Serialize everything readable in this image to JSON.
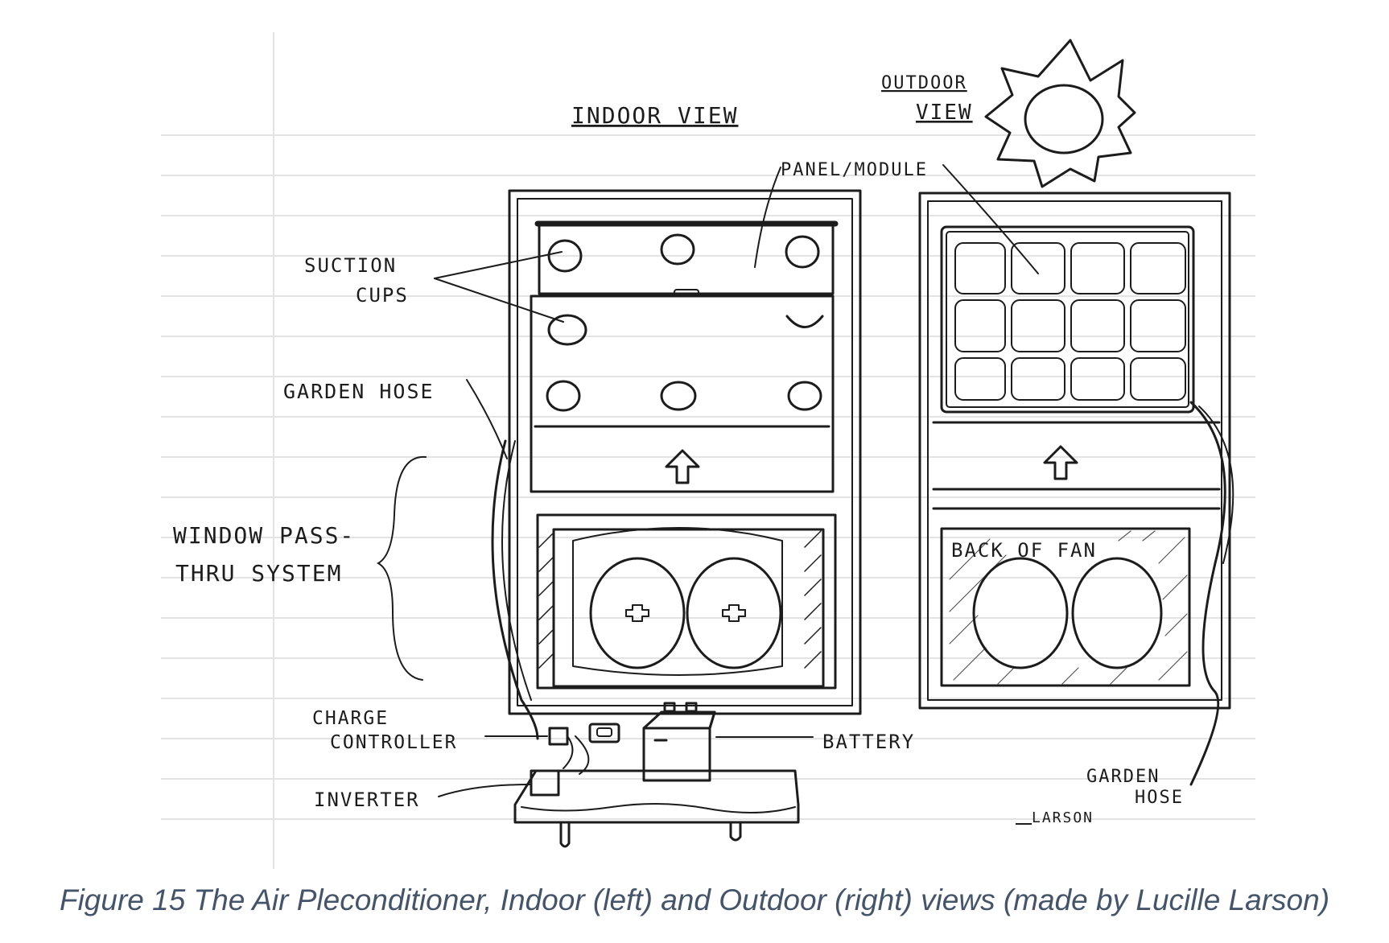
{
  "diagram": {
    "headings": {
      "indoor": "INDOOR VIEW",
      "outdoor_line1": "OUTDOOR",
      "outdoor_line2": "VIEW"
    },
    "labels": {
      "panel_module": "PANEL/MODULE",
      "suction_line1": "SUCTION",
      "suction_line2": "CUPS",
      "garden_hose_left": "GARDEN HOSE",
      "window_line1": "WINDOW PASS-",
      "window_line2": "THRU SYSTEM",
      "back_of_fan": "BACK OF FAN",
      "charge_line1": "CHARGE",
      "charge_line2": "CONTROLLER",
      "battery": "BATTERY",
      "inverter": "INVERTER",
      "garden_hose_right_line1": "GARDEN",
      "garden_hose_right_line2": "HOSE"
    },
    "signature": "LARSON"
  },
  "caption": "Figure 15 The Air Pleconditioner, Indoor (left) and Outdoor (right) views (made by Lucille Larson)",
  "colors": {
    "ink": "#1c1c1c",
    "caption": "#44546a",
    "paper_lines": "#e3e3e3"
  }
}
